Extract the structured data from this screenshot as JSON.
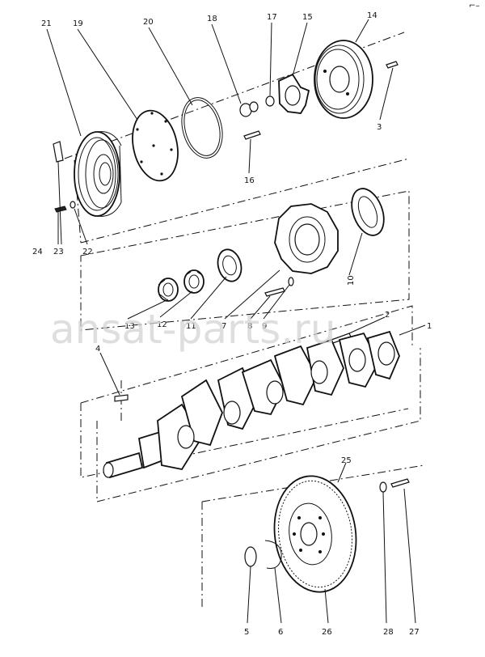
{
  "watermark": "ansat-parts.ru",
  "corner_mark": "⌐–",
  "labels": {
    "p1": "1",
    "p2": "2",
    "p3": "3",
    "p4": "4",
    "p5": "5",
    "p6": "6",
    "p7": "7",
    "p8": "8",
    "p9": "9",
    "p10": "10",
    "p11": "11",
    "p12": "12",
    "p13": "13",
    "p14": "14",
    "p15": "15",
    "p16": "16",
    "p17": "17",
    "p18": "18",
    "p19": "19",
    "p20": "20",
    "p21": "21",
    "p22": "22",
    "p23": "23",
    "p24": "24",
    "p25": "25",
    "p26": "26",
    "p27": "27",
    "p28": "28"
  }
}
